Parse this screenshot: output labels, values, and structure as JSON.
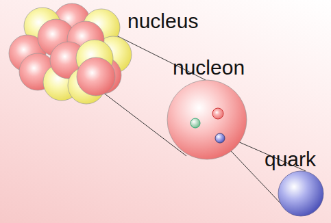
{
  "diagram": {
    "labels": [
      "nucleus",
      "nucleon",
      "quark"
    ]
  }
}
